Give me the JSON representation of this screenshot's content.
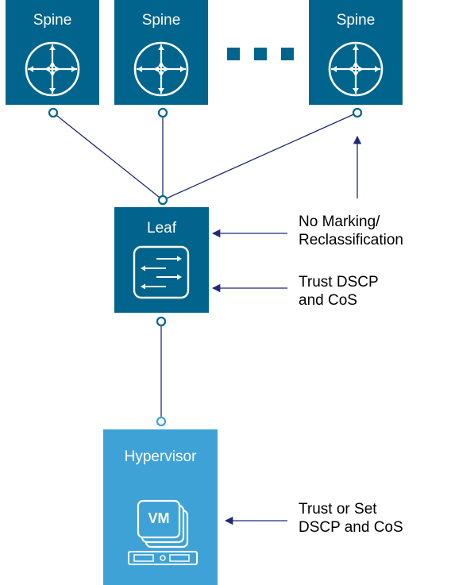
{
  "nodes": {
    "spine_label": "Spine",
    "leaf_label": "Leaf",
    "hypervisor_label": "Hypervisor",
    "vm_label": "VM"
  },
  "notes": {
    "no_marking": [
      "No Marking/",
      "Reclassification"
    ],
    "trust_dscp": [
      "Trust DSCP",
      "and CoS"
    ],
    "trust_or_set": [
      "Trust or Set",
      "DSCP and CoS"
    ]
  },
  "colors": {
    "node_dark": "#00648c",
    "node_light": "#3fa2d6",
    "line": "#1f2a78",
    "port_dark": "#00648c",
    "port_light": "#3fa2d6"
  },
  "icons": {
    "spine": "router-crosshair-icon",
    "leaf": "switch-arrows-icon",
    "hypervisor": "vm-stack-server-icon"
  }
}
